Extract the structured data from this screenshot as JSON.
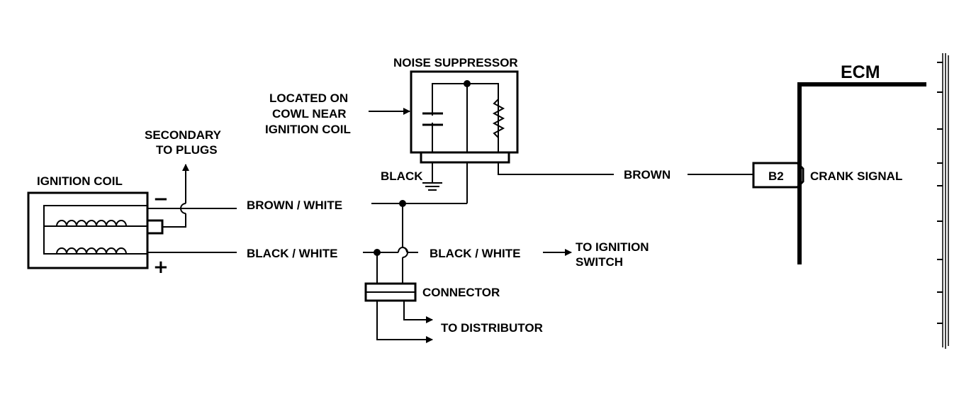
{
  "labels": {
    "ecm": "ECM",
    "noise_suppressor": "NOISE SUPPRESSOR",
    "located_line1": "LOCATED ON",
    "located_line2": "COWL NEAR",
    "located_line3": "IGNITION COIL",
    "secondary_line1": "SECONDARY",
    "secondary_line2": "TO PLUGS",
    "ignition_coil": "IGNITION COIL",
    "minus": "−",
    "plus": "+",
    "black": "BLACK",
    "brown": "BROWN",
    "brown_white": "BROWN / WHITE",
    "black_white_left": "BLACK / WHITE",
    "black_white_right": "BLACK / WHITE",
    "to_ignition_line1": "TO IGNITION",
    "to_ignition_line2": "SWITCH",
    "connector": "CONNECTOR",
    "to_distributor": "TO DISTRIBUTOR",
    "b2": "B2",
    "crank_signal": "CRANK SIGNAL"
  }
}
